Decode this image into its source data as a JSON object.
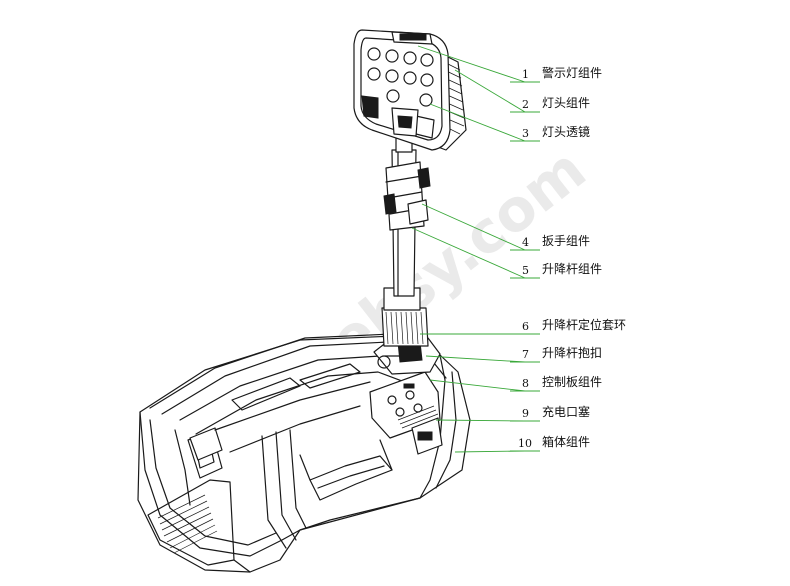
{
  "watermark": "ehsy.com",
  "colors": {
    "leader": "#3aa83a",
    "ink": "#1a1a1a"
  },
  "parts": [
    {
      "num": "1",
      "label": "警示灯组件"
    },
    {
      "num": "2",
      "label": "灯头组件"
    },
    {
      "num": "3",
      "label": "灯头透镜"
    },
    {
      "num": "4",
      "label": "扳手组件"
    },
    {
      "num": "5",
      "label": "升降杆组件"
    },
    {
      "num": "6",
      "label": "升降杆定位套环"
    },
    {
      "num": "7",
      "label": "升降杆抱扣"
    },
    {
      "num": "8",
      "label": "控制板组件"
    },
    {
      "num": "9",
      "label": "充电口塞"
    },
    {
      "num": "10",
      "label": "箱体组件"
    }
  ]
}
